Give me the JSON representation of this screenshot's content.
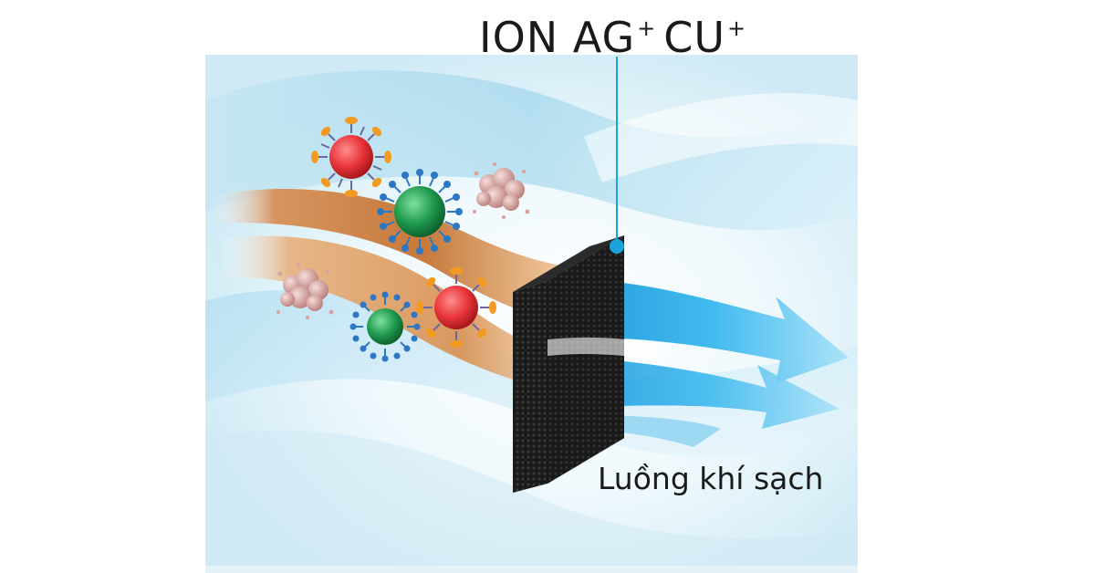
{
  "labels": {
    "ion_prefix": "ION AG",
    "ion_sup_1": "+",
    "ion_middle": "CU",
    "ion_sup_2": "+",
    "clean_air": "Luồng khí sạch"
  },
  "colors": {
    "background": "#ffffff",
    "air_wave_light": "#dff1f8",
    "air_wave_mid": "#a6d8ec",
    "polluted_stream": "#c9783a",
    "polluted_stream_light": "#f3dcc2",
    "clean_stream": "#1fa8e6",
    "clean_stream_light": "#bfe7f8",
    "filter": "#151515",
    "leader_line": "#1aa3dc",
    "virus_red": "#e8353a",
    "virus_green": "#1f9a4e",
    "spike_orange": "#f39a21",
    "spike_blue": "#2e77c2",
    "dust_pink": "#d8a39f"
  },
  "icons": [
    "virus-red-icon",
    "virus-green-icon",
    "dust-cluster-icon",
    "filter-panel-icon",
    "arrow-icon"
  ]
}
